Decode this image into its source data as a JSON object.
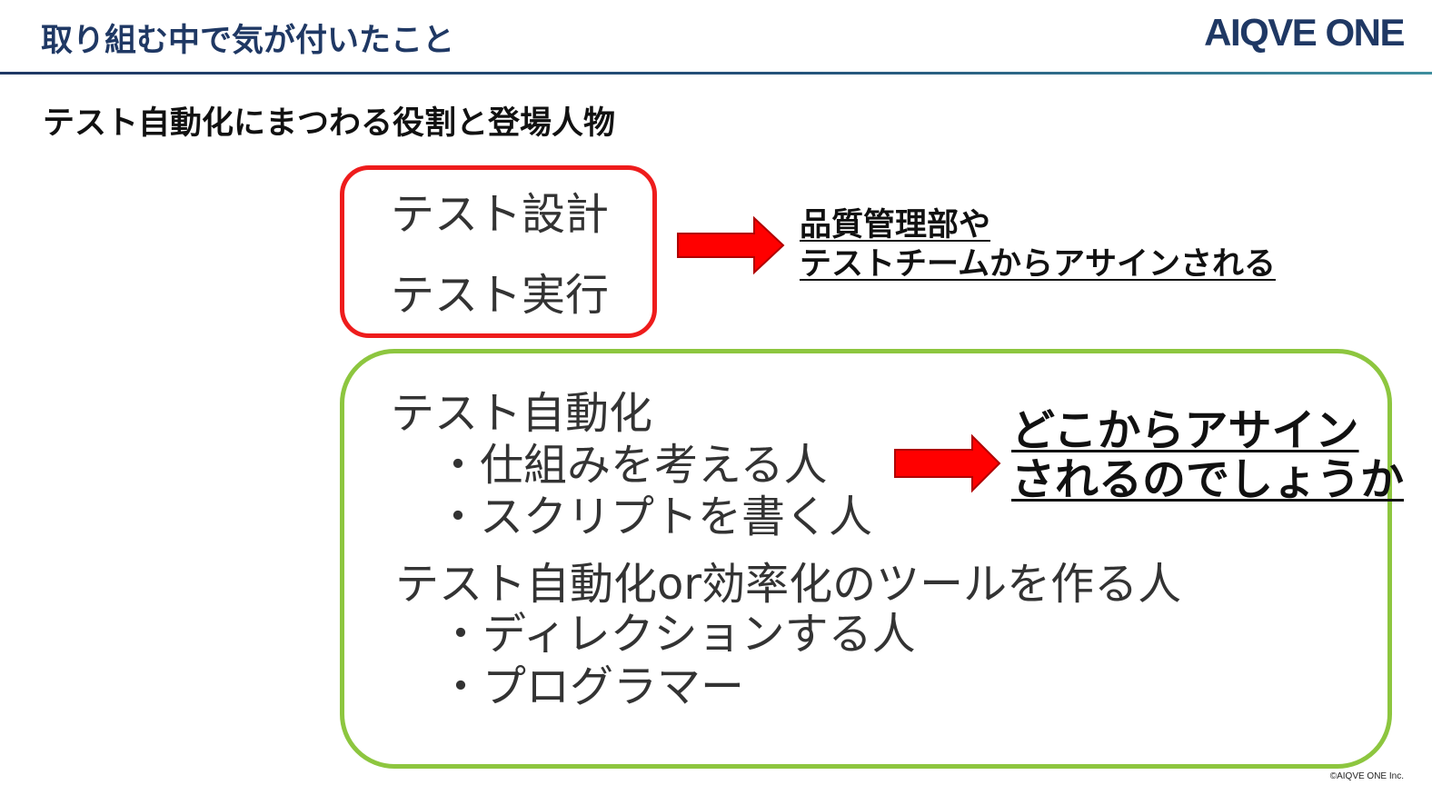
{
  "header": {
    "title": "取り組む中で気が付いたこと",
    "logo": "AIQVE ONE"
  },
  "subtitle": "テスト自動化にまつわる役割と登場人物",
  "manual_box": {
    "items": [
      "テスト設計",
      "テスト実行"
    ]
  },
  "manual_note": {
    "lines": [
      "品質管理部や",
      "テストチームからアサインされる"
    ]
  },
  "automation_box": {
    "groups": [
      {
        "heading": "テスト自動化",
        "items": [
          "・仕組みを考える人",
          "・スクリプトを書く人"
        ]
      },
      {
        "heading": "テスト自動化or効率化のツールを作る人",
        "items": [
          "・ディレクションする人",
          "・プログラマー"
        ]
      }
    ]
  },
  "automation_note": {
    "lines": [
      "どこからアサイン",
      "されるのでしょうか"
    ]
  },
  "footer": {
    "copyright": "©AIQVE ONE Inc."
  },
  "colors": {
    "navy": "#1F3864",
    "red_frame": "#EE1C1C",
    "arrow": "#FF0000",
    "green_frame": "#8DC63F"
  },
  "icons": {
    "arrow": "right-arrow-icon"
  }
}
